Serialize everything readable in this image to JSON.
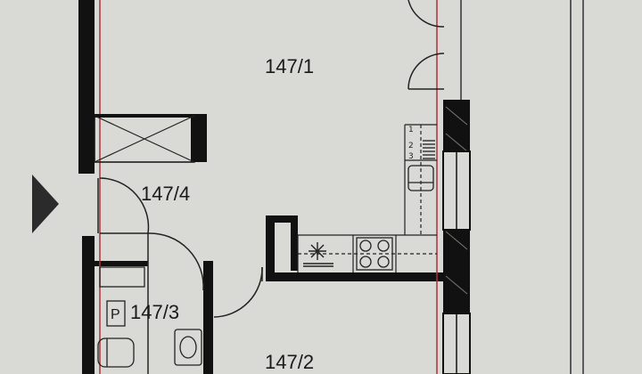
{
  "rooms": {
    "r1": "147/1",
    "r2": "147/2",
    "r3": "147/3",
    "r4": "147/4"
  },
  "fixtures": {
    "p_label": "P",
    "wall_marks": [
      "1",
      "2",
      "3"
    ]
  },
  "colors": {
    "paper": "#d9dad6",
    "wall": "#111111",
    "red_line": "#b0303a",
    "thin_line": "#333333"
  },
  "icons": [
    "entrance-arrow-icon",
    "snowflake-icon",
    "stove-icon",
    "sink-icon",
    "toilet-icon",
    "washbasin-icon"
  ]
}
